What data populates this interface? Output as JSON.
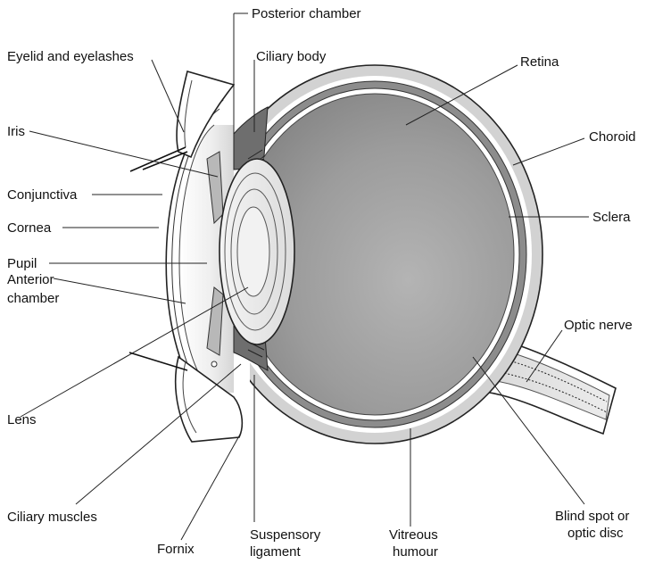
{
  "labels": {
    "posterior_chamber": "Posterior chamber",
    "eyelid": "Eyelid and eyelashes",
    "ciliary_body": "Ciliary body",
    "retina": "Retina",
    "iris": "Iris",
    "choroid": "Choroid",
    "conjunctiva": "Conjunctiva",
    "cornea": "Cornea",
    "sclera": "Sclera",
    "pupil": "Pupil",
    "anterior_chamber_1": "Anterior",
    "anterior_chamber_2": "chamber",
    "optic_nerve": "Optic nerve",
    "lens": "Lens",
    "ciliary_muscles": "Ciliary muscles",
    "fornix": "Fornix",
    "suspensory_ligament_1": "Suspensory",
    "suspensory_ligament_2": "ligament",
    "vitreous_humour_1": "Vitreous",
    "vitreous_humour_2": "humour",
    "blind_spot_1": "Blind spot or",
    "blind_spot_2": "optic disc"
  }
}
